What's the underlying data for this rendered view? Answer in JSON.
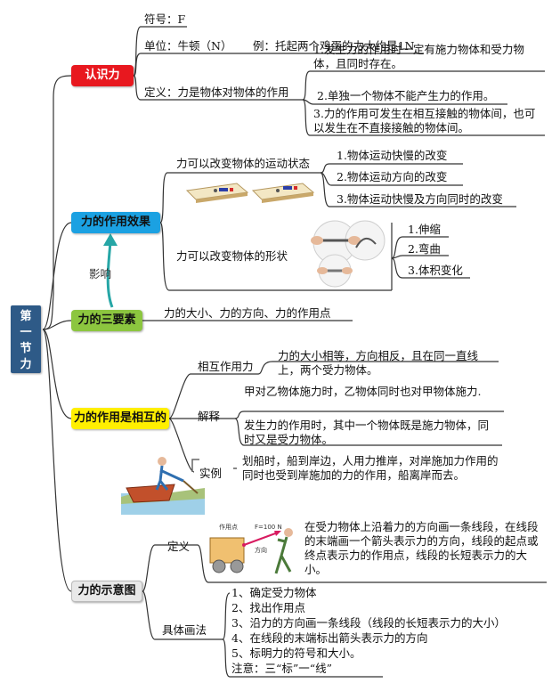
{
  "root": {
    "label": "第一节力"
  },
  "colors": {
    "root_bg": "#2e5a87",
    "red": "#e8181f",
    "blue": "#1ba1e2",
    "green": "#8cc63f",
    "yellow": "#ffef00",
    "gray": "#e8e8e8",
    "line": "#333333",
    "arrow_teal": "#26a6a6"
  },
  "recognize": {
    "label": "认识力",
    "symbol": "符号：F",
    "unit": "单位：牛顿（N）",
    "example": "例：托起两个鸡蛋的力大约是1N",
    "definition": "定义：力是物体对物体的作用",
    "points": [
      "1.发生力的作用时一定有施力物体和受力物体，且同时存在。",
      "2.单独一个物体不能产生力的作用。",
      "3.力的作用可发生在相互接触的物体间，也可以发生在不直接接触的物体间。"
    ]
  },
  "effects": {
    "label": "力的作用效果",
    "motion": "力可以改变物体的运动状态",
    "motion_items": [
      "1.物体运动快慢的改变",
      "2.物体运动方向的改变",
      "3.物体运动快慢及方向同时的改变"
    ],
    "shape": "力可以改变物体的形状",
    "shape_items": [
      "1.伸缩",
      "2.弯曲",
      "3.体积变化"
    ]
  },
  "influence": "影响",
  "three": {
    "label": "力的三要素",
    "text": "力的大小、力的方向、力的作用点"
  },
  "mutual": {
    "label": "力的作用是相互的",
    "mutual_force": "相互作用力",
    "mutual_text": "力的大小相等，方向相反，且在同一直线上，两个受力物体。",
    "explain": "解释",
    "explain_items": [
      "甲对乙物体施力时，乙物体同时也对甲物体施力.",
      "发生力的作用时，其中一个物体既是施力物体，同时又是受力物体。"
    ],
    "example_label": "实例",
    "example_text": "划船时，船到岸边，人用力推岸，对岸施加力作用的同时也受到岸施加的力的作用，船离岸而去。"
  },
  "diagram": {
    "label": "力的示意图",
    "definition": "定义",
    "def_text": "在受力物体上沿着力的方向画一条线段，在线段的末端画一个箭头表示力的方向，线段的起点或终点表示力的作用点，线段的长短表示力的大小。",
    "fig_label_point": "作用点",
    "fig_label_dir": "方向",
    "fig_label_force": "F=100 N",
    "method": "具体画法",
    "steps": [
      "1、确定受力物体",
      "2、找出作用点",
      "3、沿力的方向画一条线段（线段的长短表示力的大小）",
      "4、在线段的末端标出箭头表示力的方向",
      "5、标明力的符号和大小。",
      "注意：三“标”一“线”"
    ]
  }
}
